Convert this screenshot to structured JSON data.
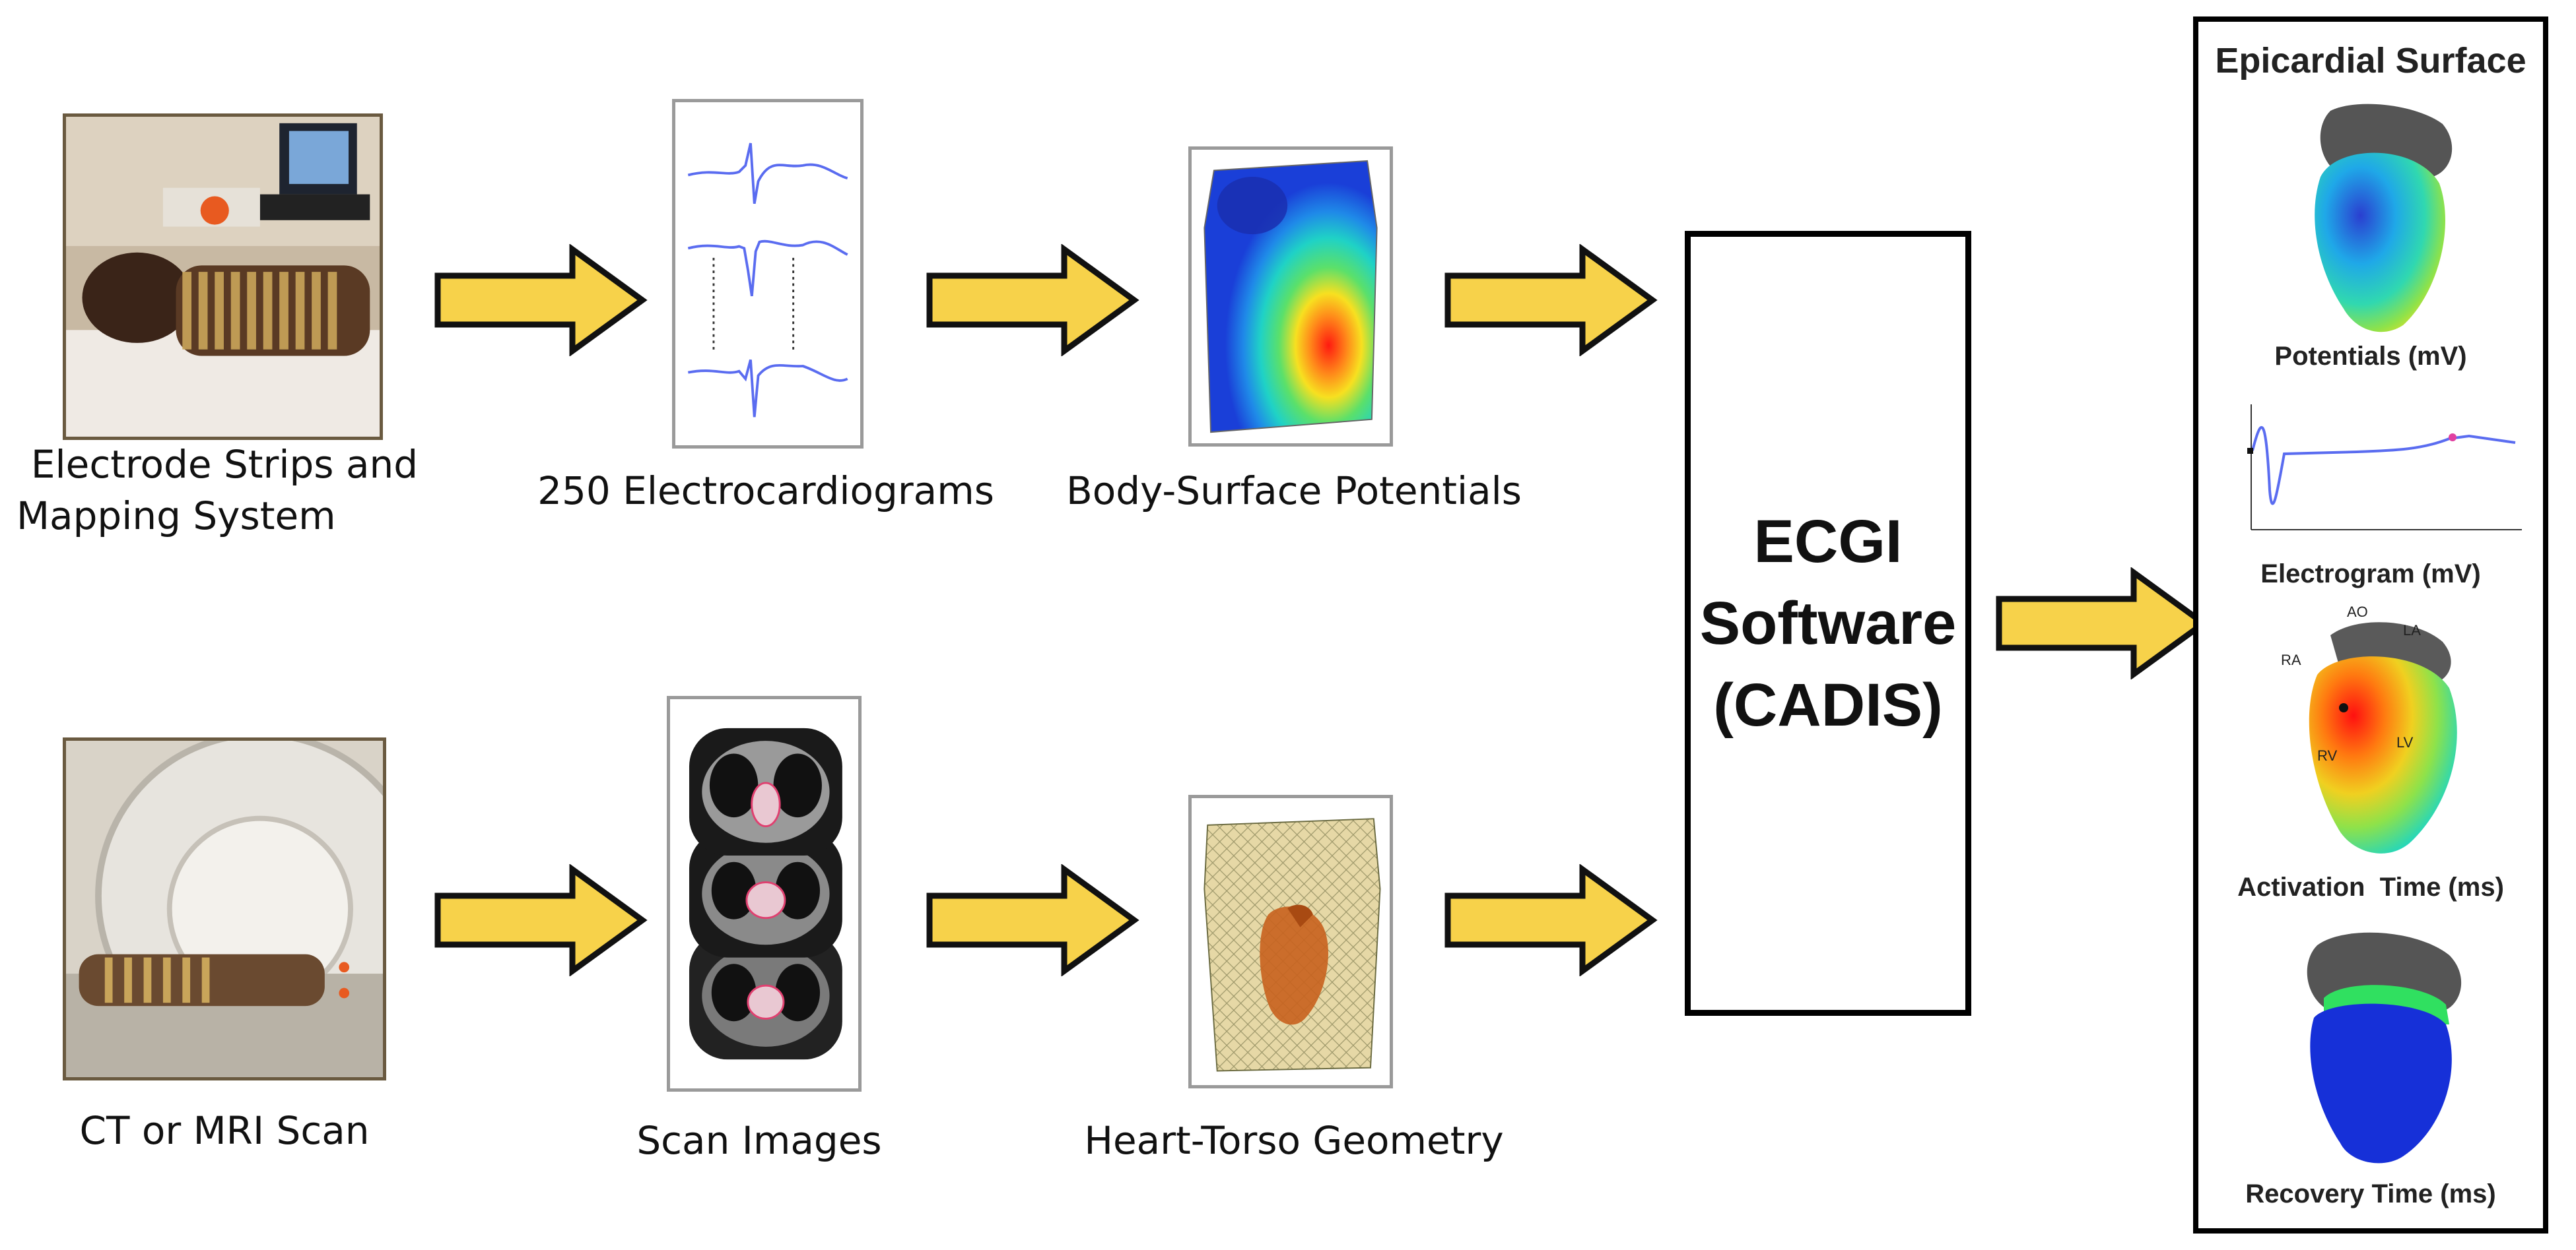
{
  "top_row": {
    "electrode_label_line1": "Electrode Strips and",
    "electrode_label_line2": "Mapping System",
    "ecg_label": "250 Electrocardiograms",
    "bsp_label": "Body-Surface Potentials"
  },
  "bottom_row": {
    "scan_label": "CT or MRI Scan",
    "scan_images_label": "Scan Images",
    "geometry_label": "Heart-Torso Geometry"
  },
  "center": {
    "line1": "ECGI",
    "line2": "Software",
    "line3": "(CADIS)"
  },
  "right_panel": {
    "title": "Epicardial Surface",
    "potentials_label": "Potentials (mV)",
    "electrogram_label": "Electrogram (mV)",
    "activation_label": "Activation  Time (ms)",
    "recovery_label": "Recovery Time (ms)",
    "heart_labels": {
      "ao": "AO",
      "la": "LA",
      "ra": "RA",
      "rv": "RV",
      "lv": "LV"
    }
  },
  "colors": {
    "arrow_fill": "#f7d24a",
    "arrow_stroke": "#111111",
    "trace_blue": "#5a6cf0"
  }
}
